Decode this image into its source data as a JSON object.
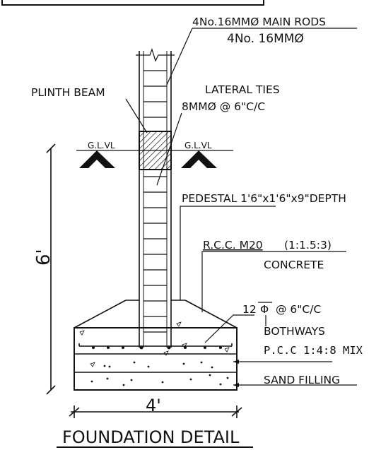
{
  "title": "FOUNDATION DETAIL",
  "labels": {
    "main_rods": "4No.16MMØ MAIN RODS",
    "main_rods_2": "4No. 16MMØ",
    "plinth_beam": "PLINTH BEAM",
    "lateral_ties": "LATERAL TIES",
    "ties_spec": "8MMØ @ 6\"C/C",
    "gl_left": "G.L.VL",
    "gl_right": "G.L.VL",
    "pedestal": "PEDESTAL 1'6\"x1'6\"x9\"DEPTH",
    "rcc": "R.C.C. M20",
    "rcc_mix": "(1:1.5:3)",
    "concrete": "CONCRETE",
    "bars": "12",
    "bars_sym": "Φ",
    "bars_spacing": "@ 6\"C/C",
    "bothways": "BOTHWAYS",
    "pcc": "P.C.C 1:4:8 MIX",
    "sand": "SAND FILLING",
    "height_dim": "6'",
    "width_dim": "4'"
  },
  "colors": {
    "line": "#111111",
    "background": "#ffffff"
  }
}
